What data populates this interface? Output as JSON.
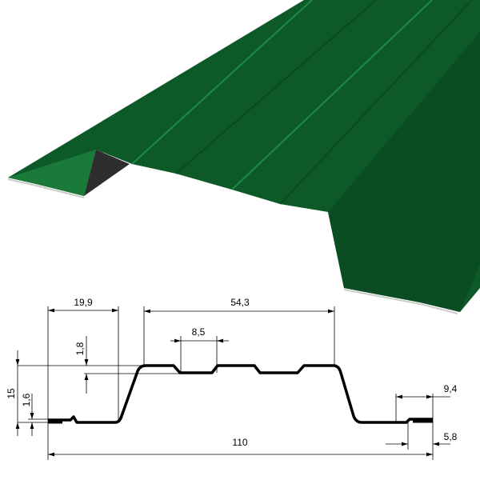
{
  "product": {
    "colors": {
      "sheet": "#0d5a28",
      "sheet_light": "#1a7a3a",
      "sheet_dark": "#084420",
      "inner": "#2e2e2e"
    }
  },
  "dimensions": {
    "left_offset": "19,9",
    "top_span": "54,3",
    "groove_width": "8,5",
    "groove_depth": "1,8",
    "height": "15",
    "hem_thickness": "1,6",
    "total_width": "110",
    "right_step": "9,4",
    "right_hem": "5,8"
  }
}
